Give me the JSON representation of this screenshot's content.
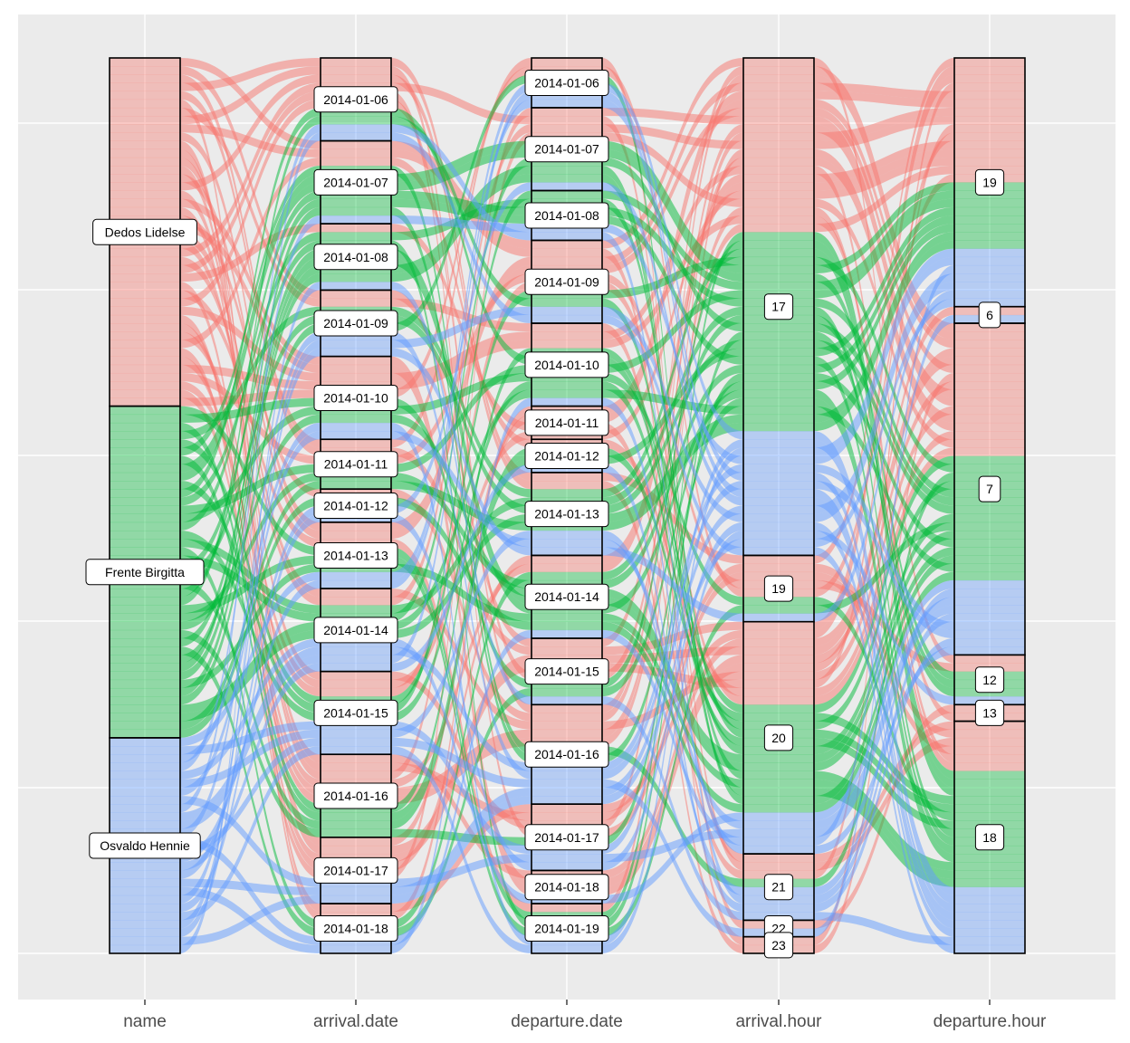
{
  "chart_data": {
    "type": "alluvial",
    "title": "",
    "xlabel": "",
    "ylabel": "",
    "axes": [
      "name",
      "arrival.date",
      "departure.date",
      "arrival.hour",
      "departure.hour"
    ],
    "grid": true,
    "legend": "none",
    "colors": {
      "Dedos Lidelse": "#F8766D",
      "Frente Birgitta": "#00BA38",
      "Osvaldo Hennie": "#619CFF"
    },
    "strata": [
      {
        "axis": "name",
        "items": [
          {
            "label": "Dedos Lidelse",
            "count": 42
          },
          {
            "label": "Frente Birgitta",
            "count": 40
          },
          {
            "label": "Osvaldo Hennie",
            "count": 26
          }
        ]
      },
      {
        "axis": "arrival.date",
        "items": [
          {
            "label": "2014-01-06",
            "count": 10
          },
          {
            "label": "2014-01-07",
            "count": 10
          },
          {
            "label": "2014-01-08",
            "count": 8
          },
          {
            "label": "2014-01-09",
            "count": 8
          },
          {
            "label": "2014-01-10",
            "count": 10
          },
          {
            "label": "2014-01-11",
            "count": 6
          },
          {
            "label": "2014-01-12",
            "count": 4
          },
          {
            "label": "2014-01-13",
            "count": 8
          },
          {
            "label": "2014-01-14",
            "count": 10
          },
          {
            "label": "2014-01-15",
            "count": 10
          },
          {
            "label": "2014-01-16",
            "count": 10
          },
          {
            "label": "2014-01-17",
            "count": 8
          },
          {
            "label": "2014-01-18",
            "count": 6
          }
        ]
      },
      {
        "axis": "departure.date",
        "items": [
          {
            "label": "2014-01-06",
            "count": 6
          },
          {
            "label": "2014-01-07",
            "count": 10
          },
          {
            "label": "2014-01-08",
            "count": 6
          },
          {
            "label": "2014-01-09",
            "count": 10
          },
          {
            "label": "2014-01-10",
            "count": 10
          },
          {
            "label": "2014-01-11",
            "count": 4
          },
          {
            "label": "2014-01-12",
            "count": 4
          },
          {
            "label": "2014-01-13",
            "count": 10
          },
          {
            "label": "2014-01-14",
            "count": 10
          },
          {
            "label": "2014-01-15",
            "count": 8
          },
          {
            "label": "2014-01-16",
            "count": 12
          },
          {
            "label": "2014-01-17",
            "count": 8
          },
          {
            "label": "2014-01-18",
            "count": 4
          },
          {
            "label": "2014-01-19",
            "count": 6
          }
        ]
      },
      {
        "axis": "arrival.hour",
        "items": [
          {
            "label": "17",
            "count": 60
          },
          {
            "label": "19",
            "count": 8
          },
          {
            "label": "20",
            "count": 28
          },
          {
            "label": "21",
            "count": 8
          },
          {
            "label": "22",
            "count": 2
          },
          {
            "label": "23",
            "count": 2
          }
        ]
      },
      {
        "axis": "departure.hour",
        "items": [
          {
            "label": "19",
            "count": 30
          },
          {
            "label": "6",
            "count": 2
          },
          {
            "label": "7",
            "count": 40
          },
          {
            "label": "12",
            "count": 6
          },
          {
            "label": "13",
            "count": 2
          },
          {
            "label": "18",
            "count": 28
          }
        ]
      }
    ]
  }
}
